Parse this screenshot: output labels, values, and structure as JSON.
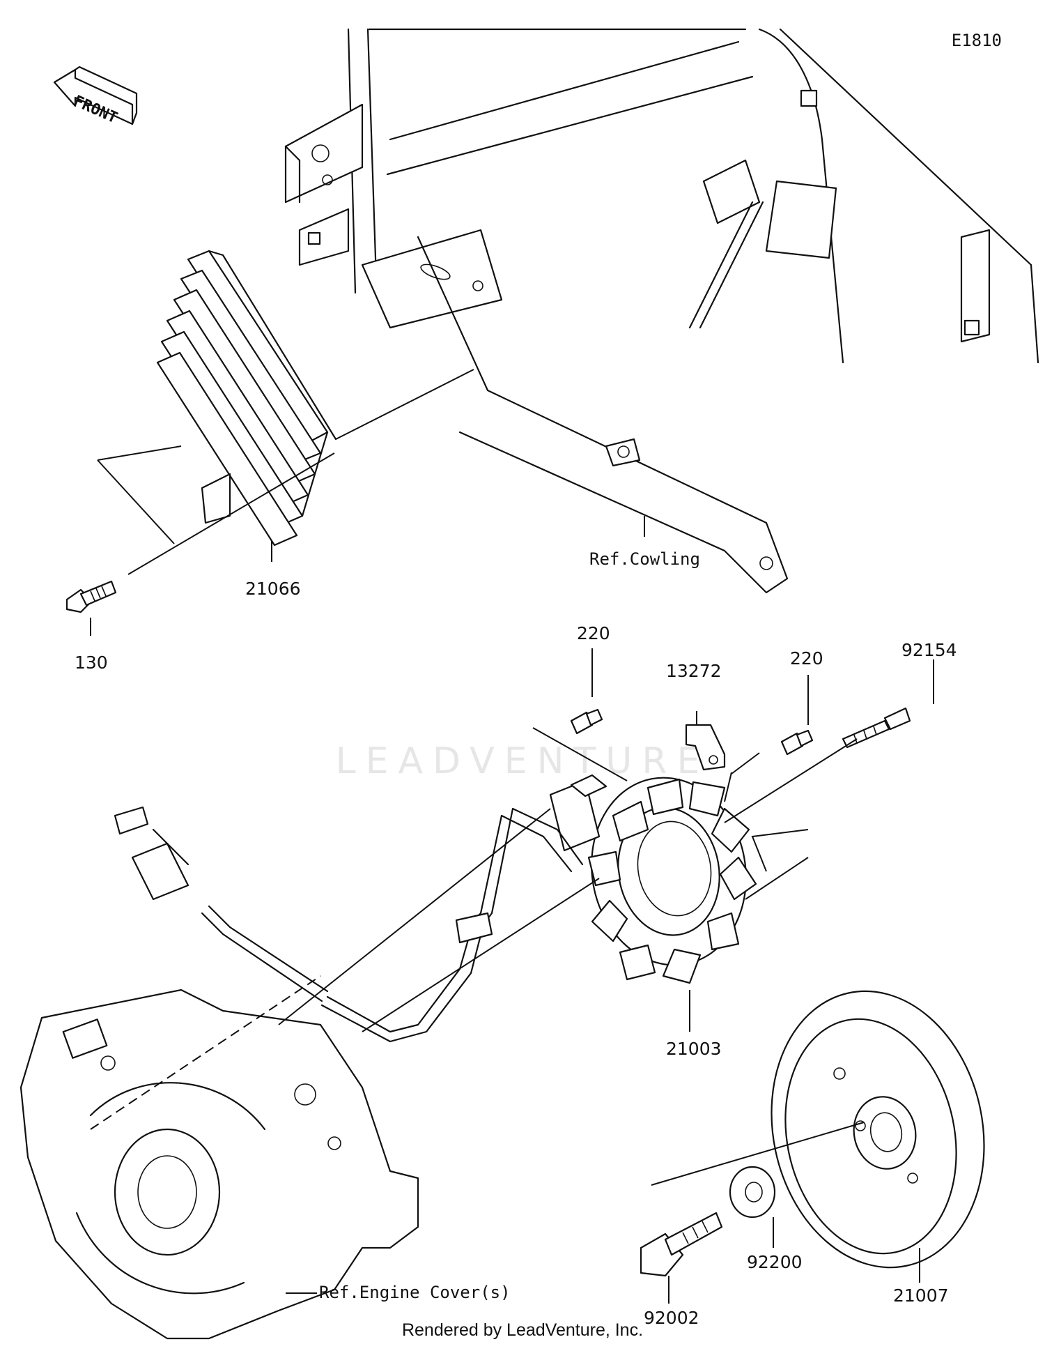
{
  "diagram_code": "E1810",
  "front_arrow": {
    "label": "FRONT",
    "icon": "front-arrow-icon"
  },
  "watermark": "LEADVENTURE",
  "footer": "Rendered by LeadVenture, Inc.",
  "references": {
    "cowling": "Ref.Cowling",
    "engine_cover": "Ref.Engine Cover(s)"
  },
  "parts": {
    "regulator": "21066",
    "regulator_bolt": "130",
    "stator_screw_left": "220",
    "clamp": "13272",
    "stator_screw_right": "220",
    "stator_bolt": "92154",
    "stator": "21003",
    "rotor": "21007",
    "washer": "92200",
    "rotor_bolt": "92002"
  }
}
